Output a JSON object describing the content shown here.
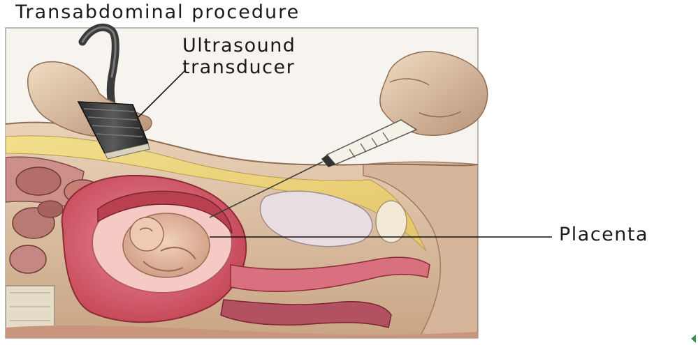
{
  "title": "Transabdominal procedure",
  "labels": {
    "transducer_line1": "Ultrasound",
    "transducer_line2": "transducer",
    "placenta": "Placenta"
  }
}
